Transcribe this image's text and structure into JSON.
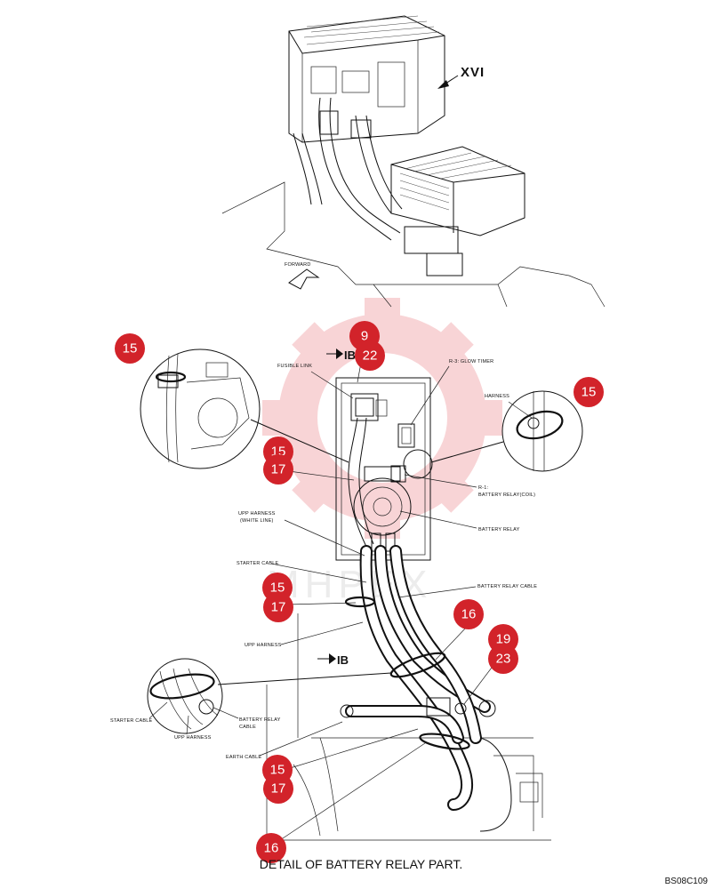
{
  "colors": {
    "accent": "#d2232a",
    "watermark": "#f3b9b9"
  },
  "view_label": "XVI",
  "forward_label": "FORWARD",
  "direction_marks": [
    "IB",
    "IB"
  ],
  "labels": {
    "fusible_link": "FUSIBLE LINK",
    "glow_timer": "R-3: GLOW TIMER",
    "harness": "HARNESS",
    "relay_coil_1": "R-1:",
    "relay_coil_2": "BATTERY RELAY(COIL)",
    "upp_harness_white_1": "UPP HARNESS",
    "upp_harness_white_2": "(WHITE LINE)",
    "battery_relay": "BATTERY RELAY",
    "starter_cable": "STARTER CABLE",
    "battery_relay_cable": "BATTERY RELAY CABLE",
    "upp_harness": "UPP HARNESS",
    "starter_cable_detail": "STARTER CABLE",
    "upp_harness_detail": "UPP HARNESS",
    "battery_relay_cable_detail_1": "BATTERY RELAY",
    "battery_relay_cable_detail_2": "CABLE",
    "earth_cable": "EARTH CABLE"
  },
  "callouts": [
    "15",
    "9",
    "22",
    "15",
    "15",
    "17",
    "15",
    "17",
    "16",
    "19",
    "23",
    "15",
    "17",
    "16"
  ],
  "caption": "DETAIL OF BATTERY RELAY PART.",
  "drawing_code": "BS08C109"
}
